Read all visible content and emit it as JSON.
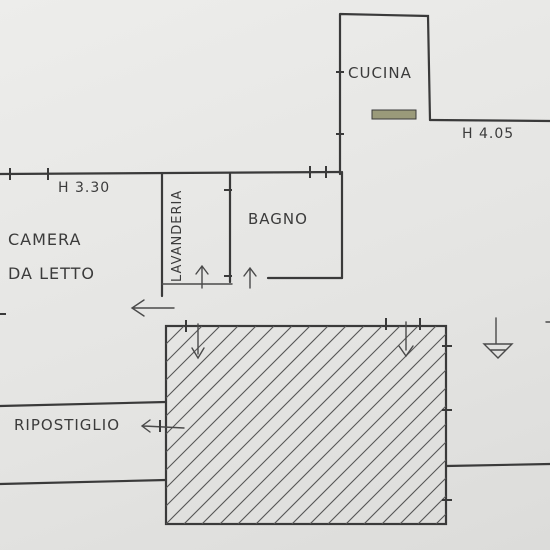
{
  "rooms": {
    "cucina": "CUCINA",
    "bagno": "BAGNO",
    "lavanderia": "LAVANDERIA",
    "camera_line1": "CAMERA",
    "camera_line2": "DA LETTO",
    "ripostiglio": "RIPOSTIGLIO"
  },
  "heights": {
    "left": "H 3.30",
    "right": "H 4.05"
  },
  "colors": {
    "ink": "#3a3a3a",
    "paper": "#e8e8e6",
    "radiator": "#9a9a7a"
  }
}
